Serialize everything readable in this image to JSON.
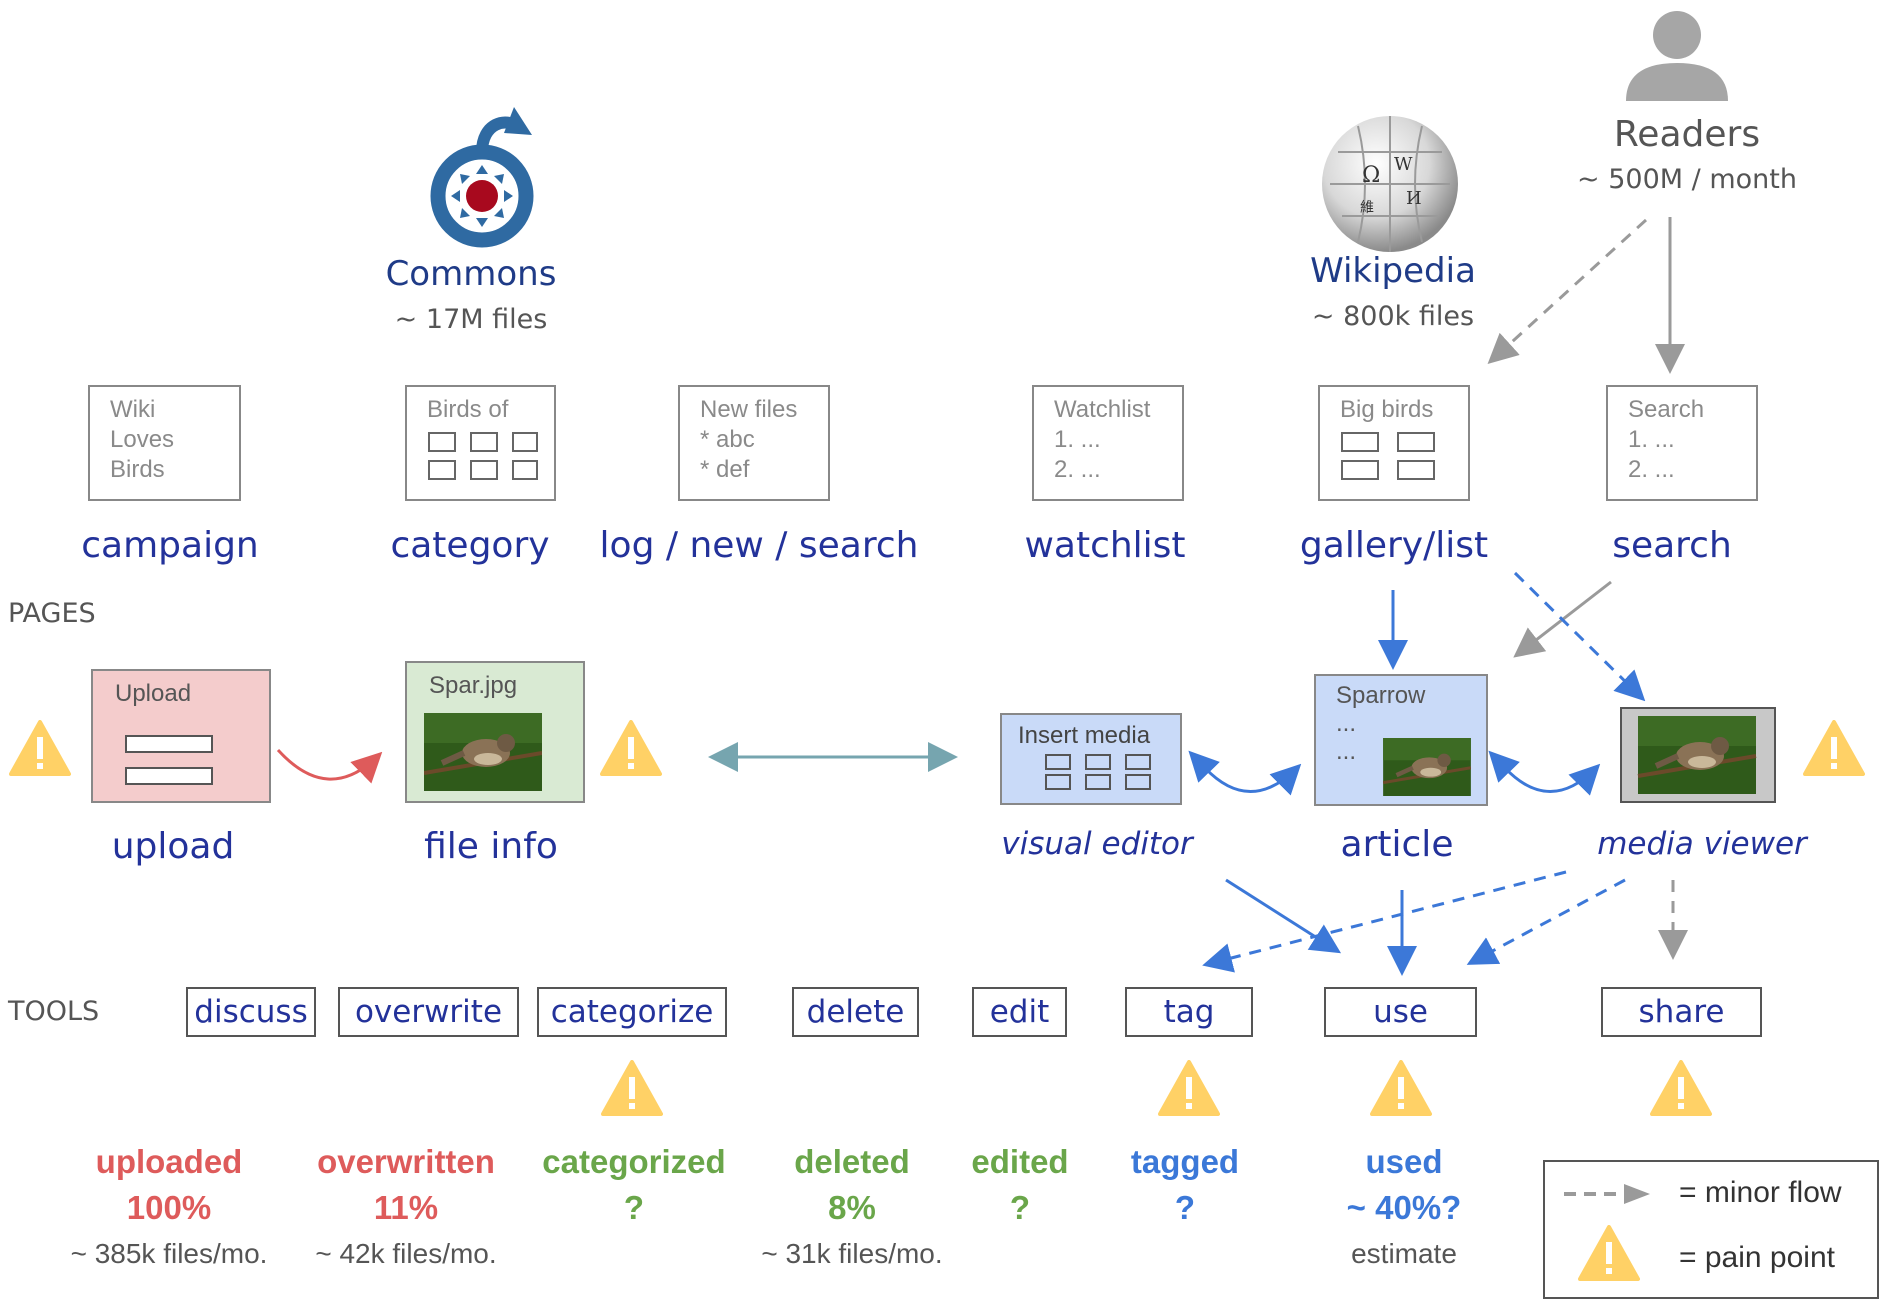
{
  "hubs": {
    "commons": {
      "title": "Commons",
      "subtitle": "~ 17M files"
    },
    "wikipedia": {
      "title": "Wikipedia",
      "subtitle": "~ 800k files"
    },
    "readers": {
      "title": "Readers",
      "subtitle": "~ 500M / month"
    }
  },
  "page_mocks": {
    "campaign": [
      "Wiki",
      "Loves",
      "Birds"
    ],
    "category": [
      "Birds of"
    ],
    "log": [
      "New files",
      "* abc",
      "* def"
    ],
    "watchlist": [
      "Watchlist",
      "1. ...",
      "2. ..."
    ],
    "gallery": [
      "Big birds"
    ],
    "search": [
      "Search",
      "1. ...",
      "2. ..."
    ],
    "upload": [
      "Upload"
    ],
    "fileinfo": [
      "Spar.jpg"
    ],
    "visual_editor": [
      "Insert media"
    ],
    "article": [
      "Sparrow",
      "...",
      "..."
    ]
  },
  "page_labels": {
    "campaign": "campaign",
    "category": "category",
    "log": "log / new / search",
    "watchlist": "watchlist",
    "gallery": "gallery/list",
    "search": "search",
    "upload": "upload",
    "fileinfo": "file info",
    "visual_editor": "visual editor",
    "article": "article",
    "media_viewer": "media viewer"
  },
  "sections": {
    "pages": "PAGES",
    "tools": "TOOLS"
  },
  "tools": [
    "discuss",
    "overwrite",
    "categorize",
    "delete",
    "edit",
    "tag",
    "use",
    "share"
  ],
  "metrics": [
    {
      "label": "uploaded",
      "value": "100%",
      "rate": "~ 385k files/mo.",
      "color": "#de5b5b"
    },
    {
      "label": "overwritten",
      "value": "11%",
      "rate": "~ 42k files/mo.",
      "color": "#de5b5b"
    },
    {
      "label": "categorized",
      "value": "?",
      "rate": "",
      "color": "#6aa64a"
    },
    {
      "label": "deleted",
      "value": "8%",
      "rate": "~ 31k files/mo.",
      "color": "#6aa64a"
    },
    {
      "label": "edited",
      "value": "?",
      "rate": "",
      "color": "#6aa64a"
    },
    {
      "label": "tagged",
      "value": "?",
      "rate": "",
      "color": "#3b78d8"
    },
    {
      "label": "used",
      "value": "~ 40%?",
      "rate": "estimate",
      "color": "#3b78d8"
    }
  ],
  "legend": {
    "minor_flow": "= minor flow",
    "pain_point": "= pain point"
  },
  "colors": {
    "title_blue": "#1f3b87",
    "label_blue": "#23329a",
    "flow_blue": "#3c78d8",
    "flow_gray": "#9a9a9a",
    "teal": "#76a5af",
    "red": "#de5b5b",
    "green": "#6aa64a",
    "warning": "#ffd166",
    "upload_bg": "#f4cccc",
    "fileinfo_bg": "#d9ead3",
    "editor_bg": "#c9daf8"
  },
  "icons": [
    "commons-logo-icon",
    "wikipedia-globe-icon",
    "person-icon",
    "warning-icon",
    "bird-photo-icon"
  ]
}
